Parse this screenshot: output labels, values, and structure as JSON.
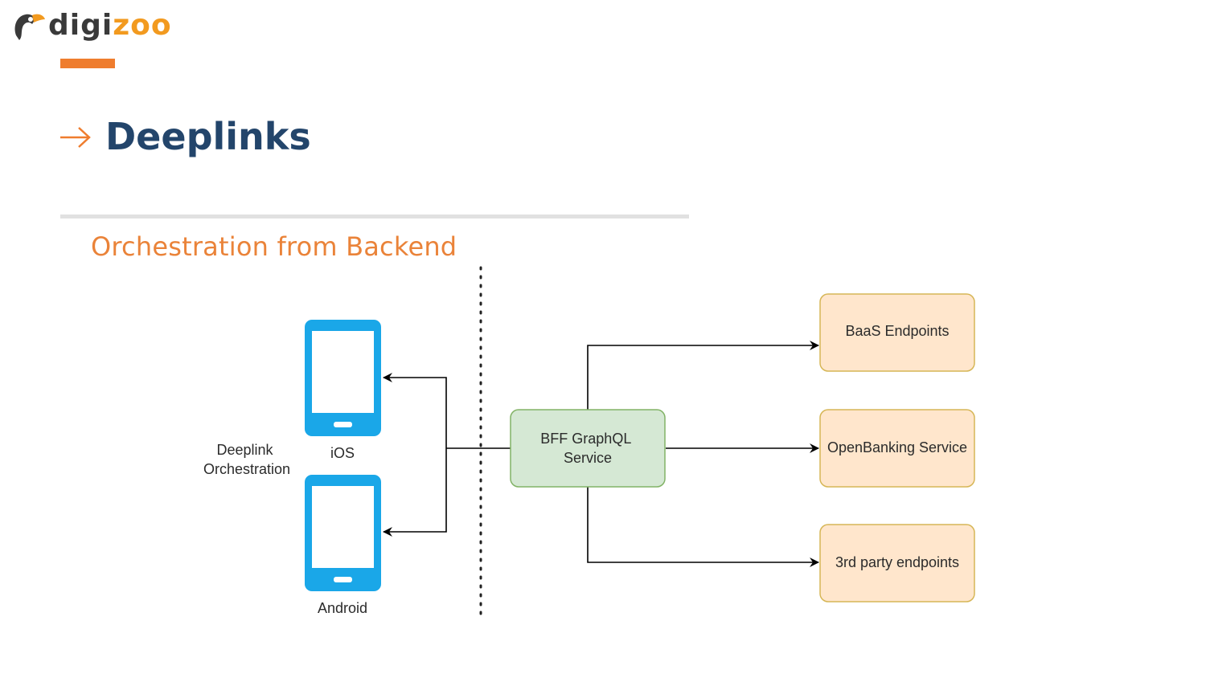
{
  "logo": {
    "part1": "digi",
    "part2": "zoo"
  },
  "slide": {
    "title": "Deeplinks",
    "subtitle": "Orchestration from Backend"
  },
  "diagram": {
    "left_label": [
      "Deeplink",
      "Orchestration"
    ],
    "devices": [
      {
        "label": "iOS",
        "icon": "smartphone-icon"
      },
      {
        "label": "Android",
        "icon": "smartphone-icon"
      }
    ],
    "bff": [
      "BFF GraphQL",
      "Service"
    ],
    "endpoints": [
      "BaaS Endpoints",
      "OpenBanking Service",
      "3rd party endpoints"
    ]
  },
  "colors": {
    "accent": "#ef7d2e",
    "title": "#23456b",
    "phone": "#1aa7e8",
    "bff_fill": "#d5e8d4",
    "bff_stroke": "#82b366",
    "endpoint_fill": "#ffe6cc",
    "endpoint_stroke": "#d6b656"
  }
}
